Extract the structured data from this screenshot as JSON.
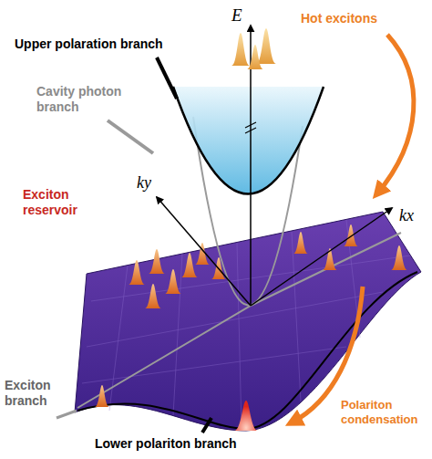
{
  "diagram": {
    "labels": [
      "E",
      "Hot excitons",
      "Upper polaration branch",
      "Cavity photon branch",
      "ky",
      "kx",
      "Exciton reservoir",
      "Exciton branch",
      "Lower polariton branch",
      "Polariton condensation"
    ]
  }
}
